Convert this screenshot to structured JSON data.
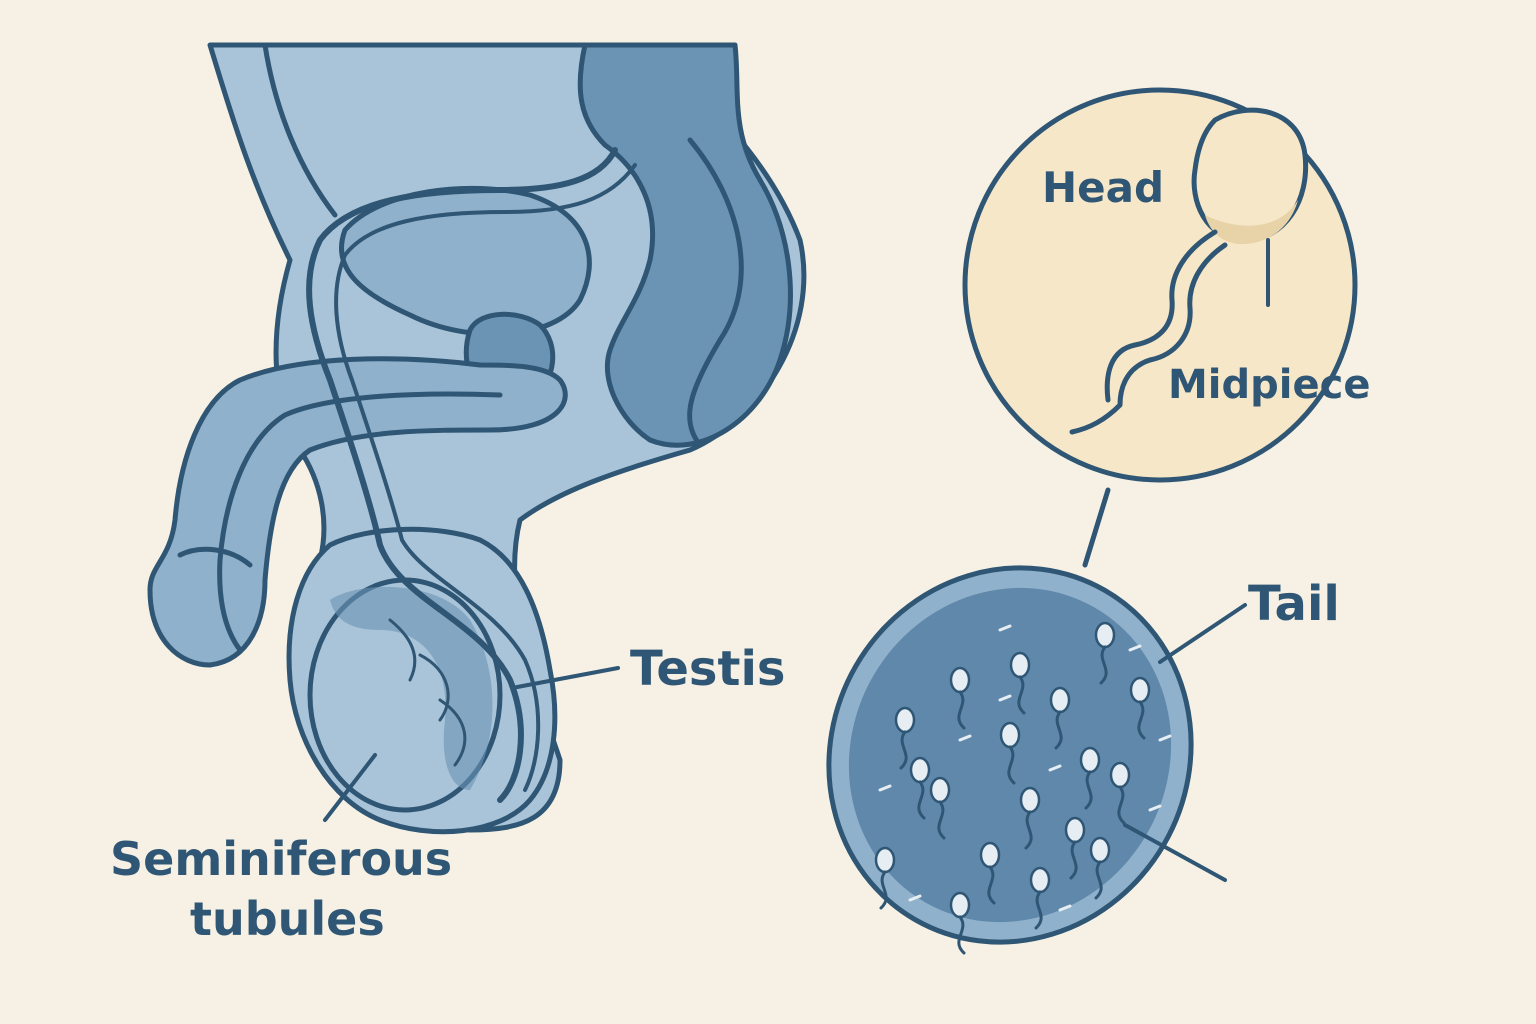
{
  "colors": {
    "background": "#f6f1e4",
    "outline": "#2f5674",
    "fill_light": "#a9c4d8",
    "fill_mid": "#8fb1cb",
    "fill_dark": "#6b93b4",
    "inset_fill": "#f6e7c8",
    "dots": "#e6eef4"
  },
  "labels": {
    "testis": "Testis",
    "seminiferous_line1": "Seminiferous",
    "seminiferous_line2": "tubules",
    "head": "Head",
    "midpiece": "Midpiece",
    "tail": "Tail"
  }
}
